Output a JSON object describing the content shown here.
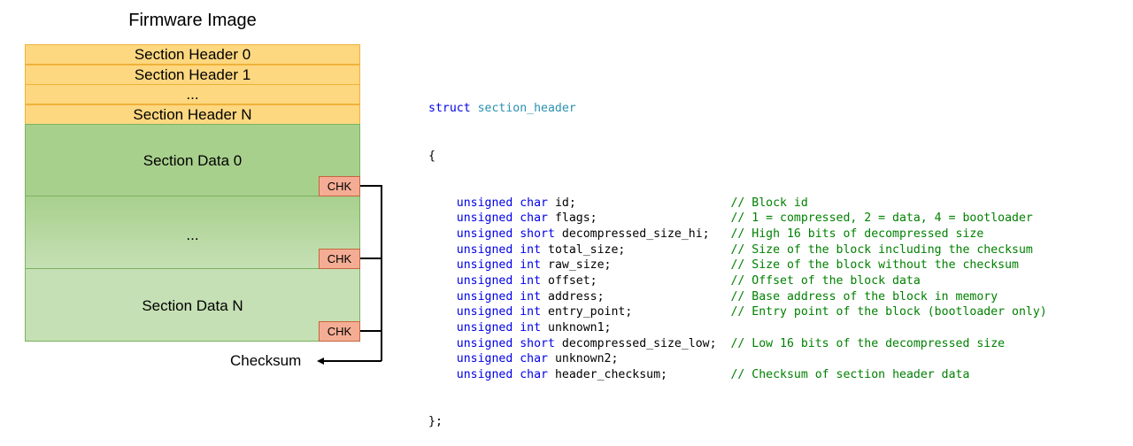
{
  "diagram": {
    "title": "Firmware Image",
    "headers": [
      "Section Header 0",
      "Section Header 1",
      "...",
      "Section Header N"
    ],
    "data_blocks": [
      "Section Data 0",
      "...",
      "Section Data N"
    ],
    "chk_label": "CHK",
    "checksum_label": "Checksum",
    "colors": {
      "header_fill": "#fdd880",
      "header_border": "#f0b23a",
      "data_fill_top": "#a8d08d",
      "data_fill_bottom": "#c5e0b4",
      "chk_fill": "#f4ad94",
      "chk_border": "#c5643e"
    }
  },
  "code": {
    "struct_keyword": "struct",
    "struct_name": "section_header",
    "open_brace": "{",
    "close_brace": "};",
    "fields": [
      {
        "type": "unsigned char",
        "name": "id;",
        "comment": "// Block id"
      },
      {
        "type": "unsigned char",
        "name": "flags;",
        "comment": "// 1 = compressed, 2 = data, 4 = bootloader"
      },
      {
        "type": "unsigned short",
        "name": "decompressed_size_hi;",
        "comment": "// High 16 bits of decompressed size"
      },
      {
        "type": "unsigned int",
        "name": "total_size;",
        "comment": "// Size of the block including the checksum"
      },
      {
        "type": "unsigned int",
        "name": "raw_size;",
        "comment": "// Size of the block without the checksum"
      },
      {
        "type": "unsigned int",
        "name": "offset;",
        "comment": "// Offset of the block data"
      },
      {
        "type": "unsigned int",
        "name": "address;",
        "comment": "// Base address of the block in memory"
      },
      {
        "type": "unsigned int",
        "name": "entry_point;",
        "comment": "// Entry point of the block (bootloader only)"
      },
      {
        "type": "unsigned int",
        "name": "unknown1;",
        "comment": ""
      },
      {
        "type": "unsigned short",
        "name": "decompressed_size_low;",
        "comment": "// Low 16 bits of the decompressed size"
      },
      {
        "type": "unsigned char",
        "name": "unknown2;",
        "comment": ""
      },
      {
        "type": "unsigned char",
        "name": "header_checksum;",
        "comment": "// Checksum of section header data"
      }
    ]
  }
}
